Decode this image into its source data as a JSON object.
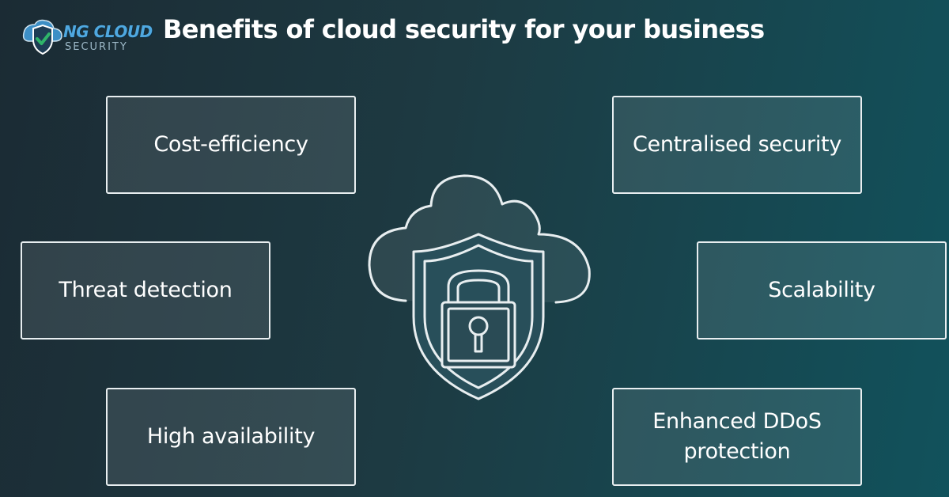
{
  "logo": {
    "name": "NG CLOUD",
    "sub": "SECURITY",
    "colors": {
      "blue": "#4fa8e0",
      "check": "#2fb56a"
    }
  },
  "title": "Benefits of cloud security for your business",
  "benefits": [
    {
      "label": "Cost-efficiency"
    },
    {
      "label": "Centralised security"
    },
    {
      "label": "Threat detection"
    },
    {
      "label": "Scalability"
    },
    {
      "label": "High availability"
    },
    {
      "label": "Enhanced DDoS protection"
    }
  ],
  "illustration": {
    "icons": [
      "cloud-icon",
      "shield-icon",
      "padlock-icon",
      "keyhole-icon"
    ]
  }
}
